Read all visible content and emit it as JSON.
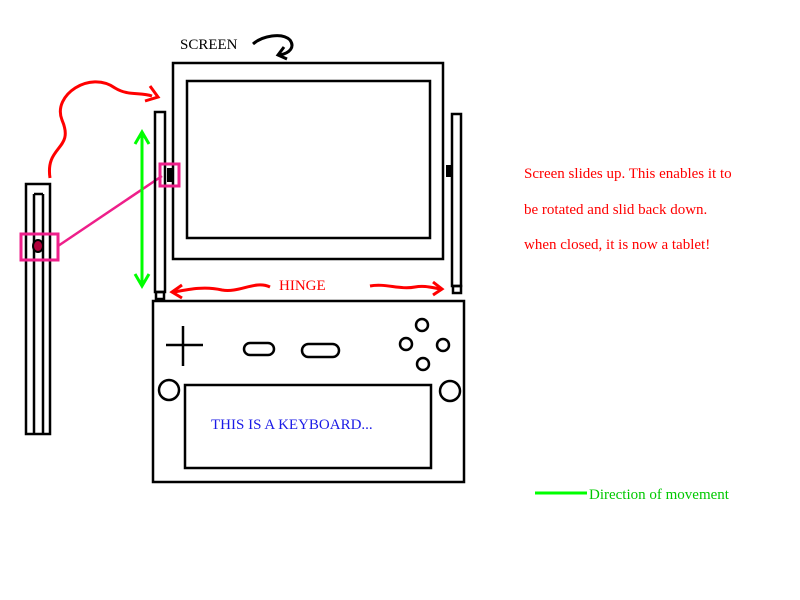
{
  "labels": {
    "screen": "SCREEN",
    "hinge": "HINGE",
    "keyboard": "THIS IS A KEYBOARD...",
    "legend": "Direction of movement"
  },
  "notes": [
    "Screen slides up. This enables it to",
    "be rotated and slid back down.",
    "when closed, it is now a tablet!"
  ],
  "colors": {
    "outline": "#000000",
    "annotation_red": "#ff0000",
    "highlight_pink": "#ee1f8a",
    "movement_green": "#00ff00",
    "keyboard_text": "#1a1ae6"
  }
}
